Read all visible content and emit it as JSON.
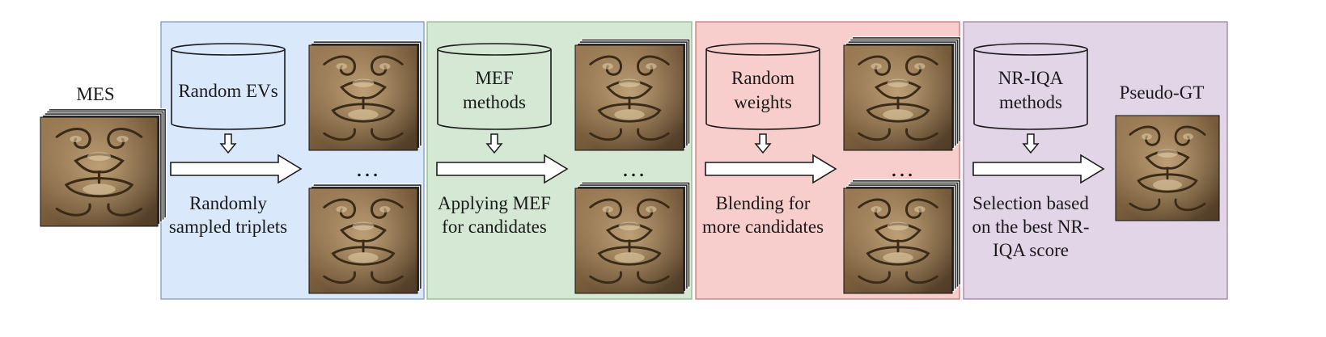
{
  "colors": {
    "stage_1_fill": "#dae8fc",
    "stage_1_stroke": "#7a9cc6",
    "stage_2_fill": "#d5e8d4",
    "stage_2_stroke": "#8fb98a",
    "stage_3_fill": "#f8cecc",
    "stage_3_stroke": "#c57a78",
    "stage_4_fill": "#e1d5e7",
    "stage_4_stroke": "#9c83a8",
    "line": "#1a1a1a"
  },
  "icons": {
    "database": "cylinder-database-icon",
    "arrow_down": "hollow-down-arrow-icon",
    "arrow_right": "hollow-right-arrow-icon",
    "image_stack": "image-stack-icon"
  },
  "input": {
    "title": "MES"
  },
  "stages": [
    {
      "db_lines": [
        "Random EVs"
      ],
      "process_lines": [
        "Randomly",
        "sampled triplets"
      ],
      "ellipsis": "…"
    },
    {
      "db_lines": [
        "MEF",
        "methods"
      ],
      "process_lines": [
        "Applying MEF",
        "for candidates"
      ],
      "ellipsis": "…"
    },
    {
      "db_lines": [
        "Random",
        "weights"
      ],
      "process_lines": [
        "Blending for",
        "more candidates"
      ],
      "ellipsis": "…"
    },
    {
      "db_lines": [
        "NR-IQA",
        "methods"
      ],
      "process_lines": [
        "Selection based",
        "on the best NR-",
        "IQA score"
      ],
      "output_title": "Pseudo-GT"
    }
  ]
}
